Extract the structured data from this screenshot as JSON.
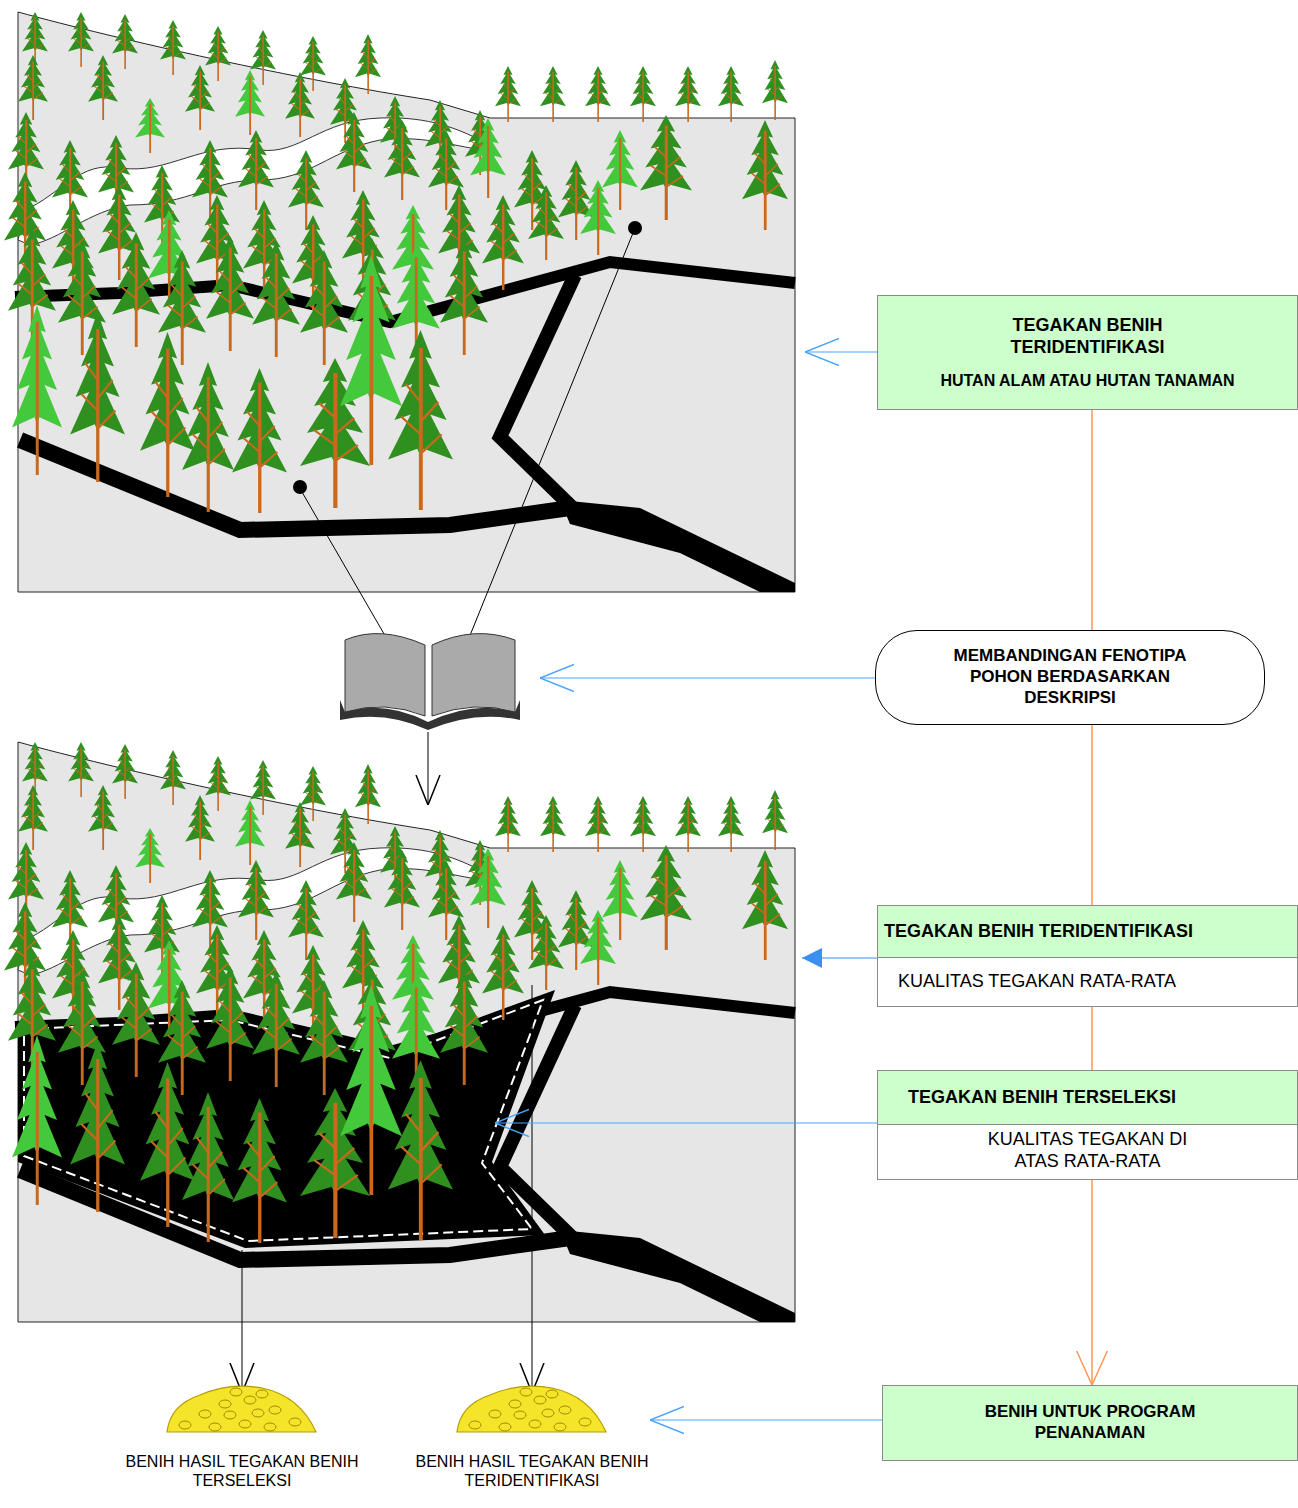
{
  "diagram": {
    "nodes": [
      {
        "text": [
          "TEGAKAN BENIH TERIDENTIFIKASI",
          "HUTAN ALAM ATAU HUTAN TANAMAN"
        ]
      },
      {
        "text": [
          "MEMBANDINGAN FENOTIPA POHON BERDASARKAN DESKRIPSI"
        ]
      },
      {
        "text": [
          "TEGAKAN BENIH TERIDENTIFIKASI",
          "KUALITAS TEGAKAN RATA-RATA"
        ]
      },
      {
        "text": [
          "TEGAKAN BENIH TERSELEKSI",
          "KUALITAS TEGAKAN DI ATAS RATA-RATA"
        ]
      },
      {
        "text": [
          "BENIH UNTUK PROGRAM PENANAMAN"
        ]
      }
    ],
    "edges": [
      {
        "from": 0,
        "to": 1,
        "arrow": "none"
      },
      {
        "from": 1,
        "to": 2,
        "arrow": "none"
      },
      {
        "from": 2,
        "to": 3,
        "arrow": "none"
      },
      {
        "from": 3,
        "to": 4,
        "arrow": "to"
      }
    ],
    "labels": [
      "BENIH HASIL TEGAKAN BENIH TERSELEKSI",
      "BENIH HASIL TEGAKAN BENIH TERIDENTIFIKASI"
    ]
  }
}
